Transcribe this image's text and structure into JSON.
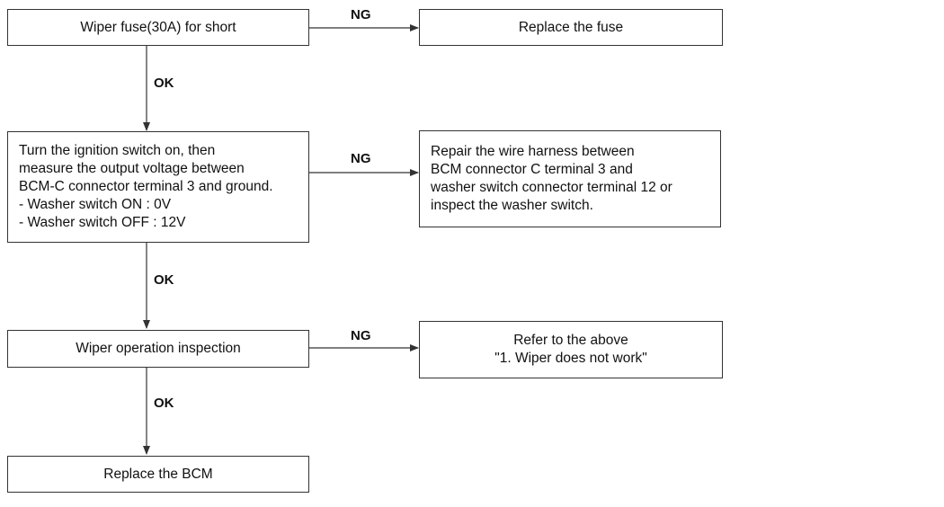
{
  "steps": {
    "step1": {
      "text": "Wiper fuse(30A) for short"
    },
    "step1_ng": {
      "text": "Replace the fuse"
    },
    "step2": {
      "lines": [
        "Turn the ignition switch on, then",
        "measure the output voltage between",
        "BCM-C connector terminal 3 and ground.",
        "- Washer switch ON : 0V",
        "- Washer switch OFF : 12V"
      ]
    },
    "step2_ng": {
      "lines": [
        "Repair the wire harness between",
        "BCM connector C terminal 3 and",
        "washer switch connector terminal 12 or",
        "inspect the washer switch."
      ]
    },
    "step3": {
      "text": "Wiper operation inspection"
    },
    "step3_ng": {
      "lines": [
        "Refer to the above",
        "\"1. Wiper does not work\""
      ]
    },
    "step4": {
      "text": "Replace the BCM"
    }
  },
  "labels": {
    "ng": "NG",
    "ok": "OK"
  }
}
